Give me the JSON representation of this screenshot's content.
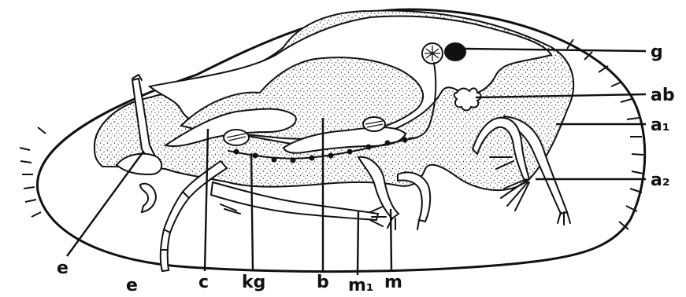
{
  "labels": {
    "g": "g",
    "ab": "ab",
    "a1": "a₁",
    "a2": "a₂",
    "e_left": "e",
    "e_lower": "e",
    "c": "c",
    "kg": "kg",
    "b": "b",
    "m1": "m₁",
    "m": "m"
  }
}
